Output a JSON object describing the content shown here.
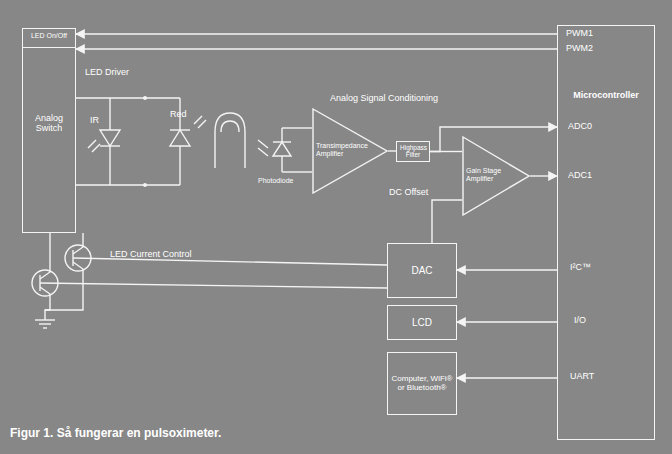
{
  "diagram": {
    "caption": "Figur 1. Så fungerar en pulsoximeter.",
    "nodes": [
      {
        "text": [
          "LED On/Off",
          "Analog Switch"
        ]
      },
      {
        "text": [
          "Transimpedance Amplifier"
        ]
      },
      {
        "text": [
          "Highpass Filter"
        ]
      },
      {
        "text": [
          "Gain Stage Amplifier"
        ]
      },
      {
        "text": [
          "DAC"
        ]
      },
      {
        "text": [
          "LCD"
        ]
      },
      {
        "text": [
          "Computer, WiFi® or Bluetooth®"
        ]
      },
      {
        "text": [
          "Microcontroller"
        ]
      }
    ],
    "edges": [
      {
        "from": 7,
        "to": 0,
        "arrow": "to"
      },
      {
        "from": 7,
        "to": 0,
        "arrow": "to"
      },
      {
        "from": 1,
        "to": 2,
        "arrow": "none"
      },
      {
        "from": 2,
        "to": 3,
        "arrow": "none"
      },
      {
        "from": 2,
        "to": 7,
        "arrow": "to"
      },
      {
        "from": 3,
        "to": 7,
        "arrow": "to"
      },
      {
        "from": 4,
        "to": 3,
        "label": "DC Offset",
        "arrow": "none"
      },
      {
        "from": 7,
        "to": 4,
        "arrow": "to"
      },
      {
        "from": 7,
        "to": 5,
        "arrow": "to"
      },
      {
        "from": 7,
        "to": 6,
        "arrow": "to"
      }
    ],
    "labels": [
      "LED Driver",
      "IR",
      "Red",
      "Photodiode",
      "Analog Signal Conditioning",
      "LED Current Control",
      "PWM1",
      "PWM2",
      "ADC0",
      "ADC1",
      "I²C™",
      "I/O",
      "UART"
    ]
  }
}
